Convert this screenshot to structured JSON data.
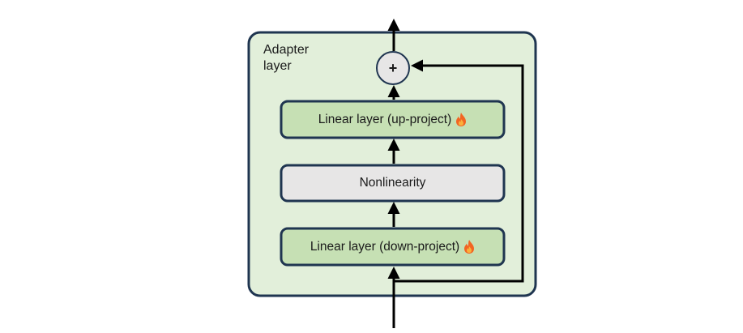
{
  "diagram": {
    "container_label": "Adapter layer",
    "add_symbol": "+",
    "blocks": {
      "up_project": "Linear layer (up-project)",
      "nonlinearity": "Nonlinearity",
      "down_project": "Linear layer (down-project)"
    },
    "trainable_icon": "flame-icon",
    "colors": {
      "container_fill": "#e2efda",
      "linear_fill": "#c6e0b4",
      "nonlinearity_fill": "#e7e6e6",
      "add_node_fill": "#e7e6e6",
      "border": "#1f3550",
      "arrow": "#000000"
    }
  }
}
